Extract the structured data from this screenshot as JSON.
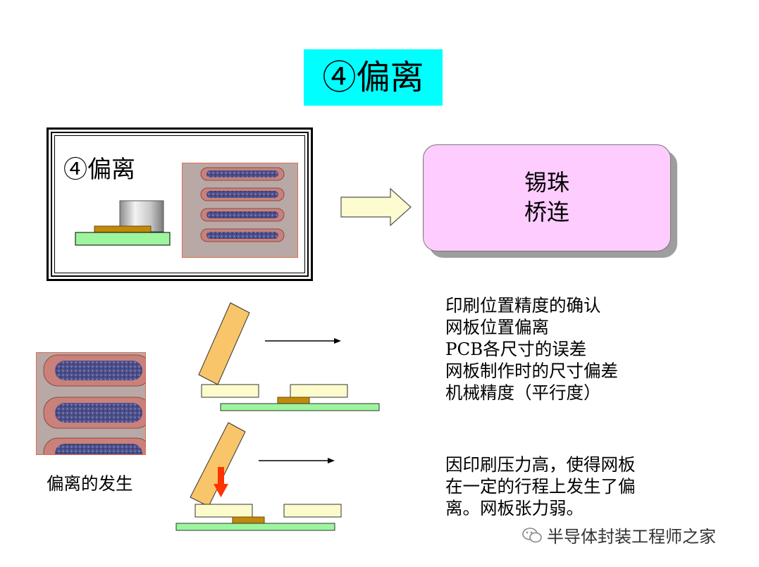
{
  "title": "④偏离",
  "inset": {
    "label": "④偏离"
  },
  "result": {
    "line1": "锡珠",
    "line2": "桥连"
  },
  "causes_text": "印刷位置精度的确认\n网板位置偏离\nPCB各尺寸的误差\n网板制作时的尺寸偏差\n机械精度（平行度）",
  "pressure_text": "因印刷压力高，使得网板\n在一定的行程上发生了偏\n离。网板张力弱。",
  "caption": "偏离的发生",
  "watermark": {
    "text": "半导体封装工程师之家",
    "icon": "wechat-icon"
  },
  "colors": {
    "title_bg": "#00ffff",
    "result_bg": "#ffccff",
    "squeegee": "#f8c56a",
    "stencil": "#fdfbcc",
    "pcb": "#9df59d",
    "pad": "#c28a0c",
    "arrow_fill": "#fcfcd0",
    "pressure_arrow": "#ff3300"
  }
}
